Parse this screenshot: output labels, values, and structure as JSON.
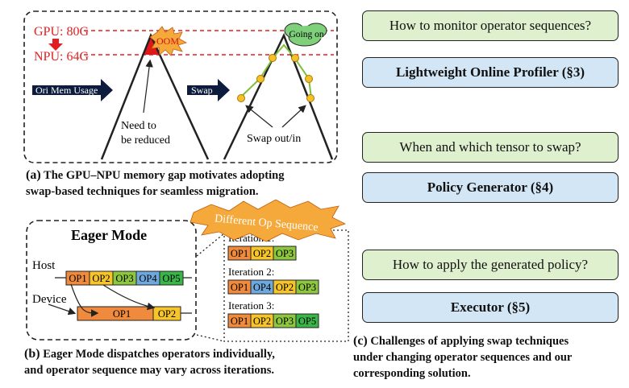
{
  "panel_a": {
    "gpu_label": "GPU: 80G",
    "npu_label": "NPU: 64G",
    "oom_label": "OOM",
    "going_on_label": "Going on",
    "ori_mem_label": "Ori Mem Usage",
    "swap_label": "Swap",
    "need_reduced_line1": "Need to",
    "need_reduced_line2": "be reduced",
    "swap_out_in_label": "Swap out/in",
    "caption_lead": "(a)",
    "caption_line1": "The GPU–NPU memory gap motivates adopting",
    "caption_line2": "swap-based techniques for seamless migration."
  },
  "panel_b": {
    "burst_label": "Different Op Sequence",
    "title": "Eager Mode",
    "host_label": "Host",
    "device_label": "Device",
    "host_ops": [
      "OP1",
      "OP2",
      "OP3",
      "OP4",
      "OP5"
    ],
    "device_ops": [
      "OP1",
      "OP2"
    ],
    "iterations": [
      {
        "label": "Iteration 1:",
        "ops": [
          "OP1",
          "OP2",
          "OP3"
        ]
      },
      {
        "label": "Iteration 2:",
        "ops": [
          "OP1",
          "OP4",
          "OP2",
          "OP3"
        ]
      },
      {
        "label": "Iteration 3:",
        "ops": [
          "OP1",
          "OP2",
          "OP3",
          "OP5"
        ]
      }
    ],
    "op_colors": {
      "OP1": "#f08a3c",
      "OP2": "#f7c52a",
      "OP3": "#8dc63f",
      "OP4": "#6fa8dc",
      "OP5": "#39b54a"
    },
    "caption_lead": "(b)",
    "caption_line1": "Eager Mode dispatches operators individually,",
    "caption_line2": "and operator sequence may vary across iterations."
  },
  "panel_c": {
    "q1": "How to monitor operator sequences?",
    "a1": "Lightweight Online Profiler (§3)",
    "q2": "When and which tensor to swap?",
    "a2": "Policy Generator (§4)",
    "q3": "How to apply the generated policy?",
    "a3": "Executor (§5)",
    "caption_lead": "(c)",
    "caption_line1": "Challenges of applying swap techniques",
    "caption_line2": "under changing operator sequences and our",
    "caption_line3": "corresponding solution."
  }
}
